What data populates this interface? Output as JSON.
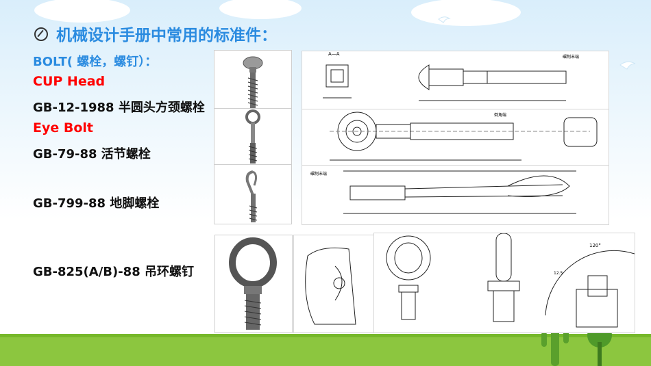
{
  "title": "机械设计手册中常用的标准件：",
  "items": [
    {
      "text": "BOLT( 螺栓，螺钉）：",
      "style": "blue"
    },
    {
      "text": "CUP  Head",
      "style": "red"
    },
    {
      "text": "GB-12-1988  半圆头方颈螺栓",
      "style": "black"
    },
    {
      "text": "Eye Bolt",
      "style": "red"
    },
    {
      "text": "GB-79-88  活节螺栓",
      "style": "black"
    },
    {
      "text": "GB-799-88  地脚螺栓",
      "style": "black"
    },
    {
      "text": "GB-825(A/B)-88  吊环螺钉",
      "style": "black"
    }
  ],
  "drawing_labels": {
    "section_aa": "A—A",
    "angle": "120°",
    "roughness": "12.5",
    "finish_note": "倒角端",
    "rolled_end": "碾制末端"
  },
  "colors": {
    "title": "#2a8be0",
    "red": "#ff0000",
    "ground": "#8cc63f",
    "sky": "#dff0fb"
  }
}
